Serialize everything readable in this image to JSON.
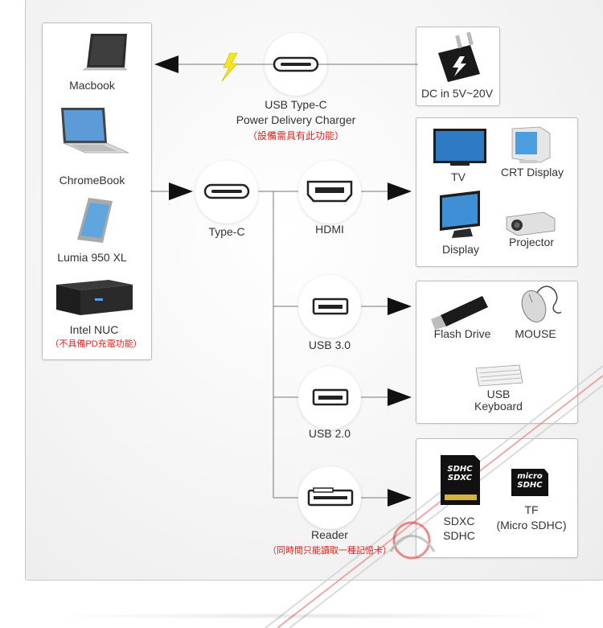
{
  "sources": {
    "macbook": "Macbook",
    "chromebook": "ChromeBook",
    "lumia": "Lumia 950 XL",
    "nuc": "Intel NUC",
    "nuc_note": "（不具備PD充電功能）"
  },
  "charger": {
    "line1": "USB Type-C",
    "line2": "Power Delivery Charger",
    "note": "（設備需具有此功能）",
    "power": "DC in 5V~20V"
  },
  "hub": {
    "typec": "Type-C"
  },
  "ports": {
    "hdmi": "HDMI",
    "usb3": "USB 3.0",
    "usb2": "USB 2.0",
    "reader": "Reader",
    "reader_note": "（同時間只能讀取一種記憶卡）"
  },
  "displays": {
    "tv": "TV",
    "crt": "CRT Display",
    "display": "Display",
    "projector": "Projector"
  },
  "usb3_devices": {
    "flash": "Flash Drive",
    "mouse": "MOUSE"
  },
  "usb2_devices": {
    "keyboard_line1": "USB",
    "keyboard_line2": "Keyboard"
  },
  "cards": {
    "sd_line1": "SDXC",
    "sd_line2": "SDHC",
    "tf_line1": "TF",
    "tf_line2": "(Micro SDHC)",
    "sd_logo1": "SDHC",
    "sd_logo2": "SDXC",
    "micro_logo1": "micro",
    "micro_logo2": "SDHC"
  },
  "colors": {
    "accent_red": "#e0201c",
    "bolt": "#f5e51e",
    "arrow": "#111111"
  }
}
